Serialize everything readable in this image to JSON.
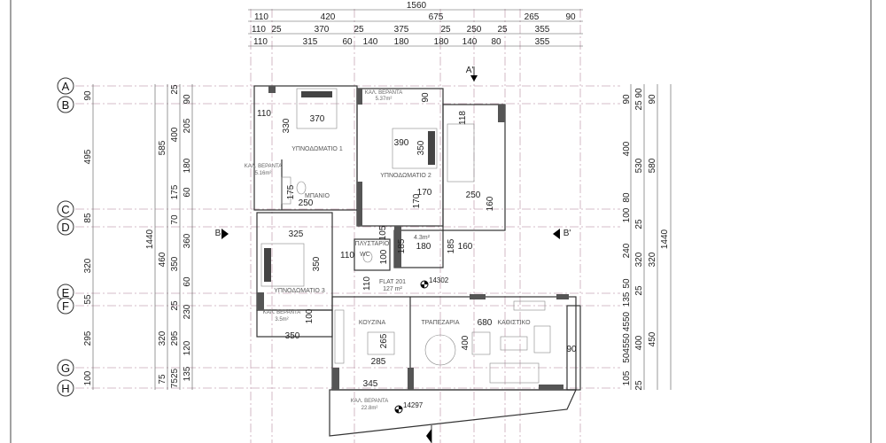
{
  "top_dims": {
    "total": "1560",
    "row1": [
      "110",
      "420",
      "675",
      "265",
      "90"
    ],
    "row2": [
      "110",
      "25",
      "370",
      "25",
      "375",
      "25",
      "250",
      "25",
      "355"
    ],
    "row3": [
      "110",
      "315",
      "60",
      "140",
      "180",
      "180",
      "140",
      "80",
      "355"
    ]
  },
  "grid_labels": [
    "A",
    "B",
    "C",
    "D",
    "E",
    "F",
    "G",
    "H"
  ],
  "left_dims": {
    "col1": [
      "90",
      "495",
      "85",
      "320",
      "55",
      "295",
      "100"
    ],
    "col2": [
      "1440"
    ],
    "col3": [
      "585",
      "460",
      "320",
      "75"
    ],
    "col4": [
      "25",
      "400",
      "175",
      "70",
      "350",
      "25",
      "295",
      "7525"
    ],
    "col5": [
      "90",
      "205",
      "180",
      "60",
      "360",
      "60",
      "230",
      "120",
      "135"
    ]
  },
  "right_dims": {
    "col1": [
      "90",
      "400",
      "80",
      "100",
      "240",
      "50",
      "135",
      "4550",
      "504550",
      "105"
    ],
    "col2": [
      "25 90",
      "530",
      "25",
      "320",
      "25",
      "400",
      "25"
    ],
    "col3": [
      "90",
      "580",
      "320",
      "450"
    ],
    "col4": [
      "1440"
    ]
  },
  "rooms": {
    "bedroom1": "ΥΠΝΟΔΩΜΑΤΙΟ 1",
    "bedroom2": "ΥΠΝΟΔΩΜΑΤΙΟ 2",
    "bedroom3": "ΥΠΝΟΔΩΜΑΤΙΟ 3",
    "bathroom": "ΜΠΑΝΙΟ",
    "laundry": "ΠΛΥΣΤΑΡΙΟ",
    "wc": "WC",
    "kitchen": "ΚΟΥΖΙΝΑ",
    "dining": "ΤΡΑΠΕΖΑΡΙΑ",
    "living": "ΚΑΘΙΣΤΙΚΟ",
    "flat_name": "FLAT 201",
    "flat_area": "127 m²",
    "lift_area": "4.3m²"
  },
  "verandas": [
    {
      "label": "ΚΑΛ. ΒΕΡΑΝΤΑ",
      "area": "5.37m²"
    },
    {
      "label": "ΚΑΛ. ΒΕΡΑΝΤΑ",
      "area": "5.16m²"
    },
    {
      "label": "ΚΑΛ. ΒΕΡΑΝΤΑ",
      "area": "3.5m²"
    },
    {
      "label": "ΚΑΛ. ΒΕΡΑΝΤΑ",
      "area": "22.8m²"
    }
  ],
  "room_dims": [
    "110",
    "370",
    "330",
    "90",
    "390",
    "350",
    "118",
    "175",
    "250",
    "170",
    "170",
    "250",
    "160",
    "325",
    "105",
    "185",
    "180",
    "185",
    "160",
    "110",
    "100",
    "110",
    "350",
    "100",
    "350",
    "265",
    "285",
    "345",
    "680",
    "400",
    "90"
  ],
  "levels": [
    "14302",
    "14297"
  ],
  "sections": [
    "A'",
    "B",
    "B'"
  ]
}
